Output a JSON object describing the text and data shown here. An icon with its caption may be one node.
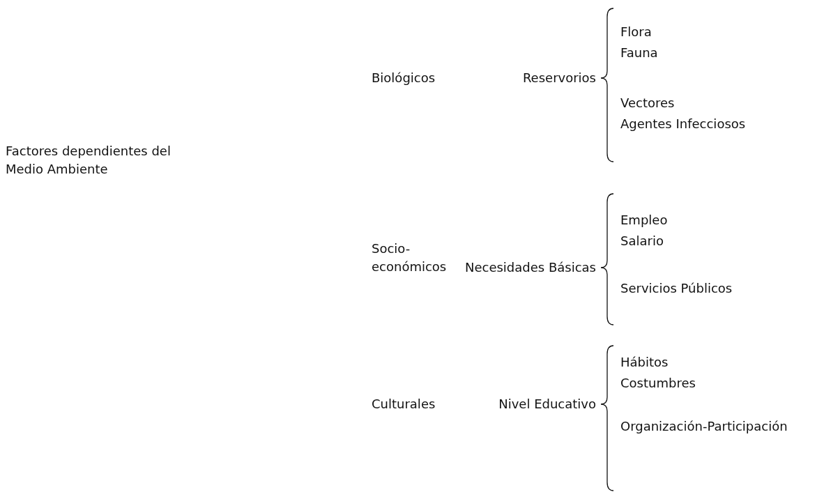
{
  "diagram": {
    "labels": [
      "Flora",
      "Fauna",
      "Biológicos",
      "Reservorios",
      "Vectores",
      "Agentes Infecciosos",
      "Factores dependientes del Medio Ambiente",
      "Empleo",
      "Socio-económicos",
      "Salario",
      "Necesidades Básicas",
      "Servicios Públicos",
      "Hábitos",
      "Costumbres",
      "Culturales",
      "Nivel Educativo",
      "Organización-Participación"
    ]
  }
}
